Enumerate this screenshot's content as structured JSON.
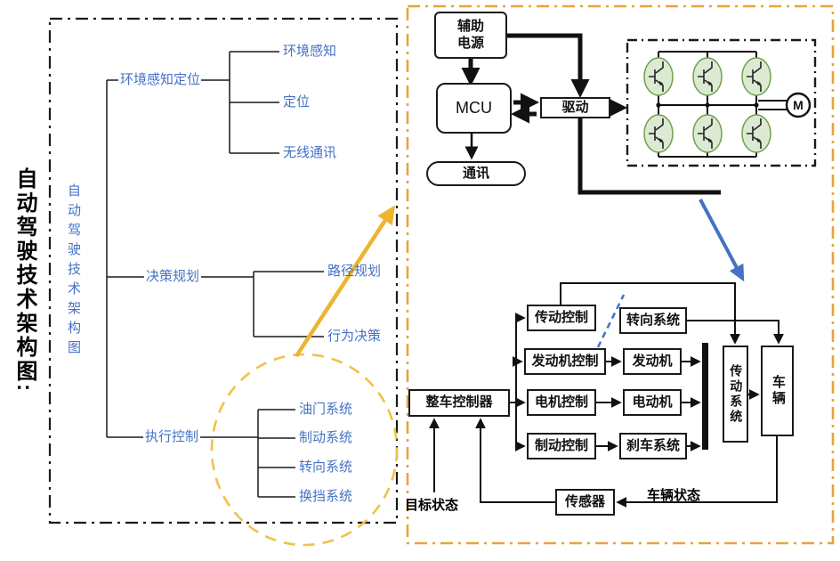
{
  "colors": {
    "tree_text": "#4472C4",
    "gold_arrow": "#EDB52F",
    "gold_circle": "#F0C24A",
    "right_border": "#E8A33B",
    "blue_arrow": "#4472C4",
    "igbt_fill": "#DCEAD3",
    "igbt_stroke": "#70A04C"
  },
  "left_panel": {
    "outer_title": "自动驾驶技术架构图:",
    "inner_title": "自动驾驶技术架构图",
    "branches": [
      {
        "label": "环境感知定位",
        "children": [
          "环境感知",
          "定位",
          "无线通讯"
        ]
      },
      {
        "label": "决策规划",
        "children": [
          "路径规划",
          "行为决策"
        ]
      },
      {
        "label": "执行控制",
        "children": [
          "油门系统",
          "制动系统",
          "转向系统",
          "换挡系统"
        ]
      }
    ]
  },
  "motor_drive": {
    "aux_line1": "辅助",
    "aux_line2": "电源",
    "mcu": "MCU",
    "comm": "通讯",
    "drive": "驱动",
    "motor": "M"
  },
  "vehicle_control": {
    "controller": "整车控制器",
    "controls": [
      "传动控制",
      "发动机控制",
      "电机控制",
      "制动控制"
    ],
    "systems": [
      "转向系统",
      "发动机",
      "电动机",
      "刹车系统"
    ],
    "transmission": "传动系统",
    "vehicle": "车辆",
    "sensor": "传感器",
    "target_state": "目标状态",
    "vehicle_state": "车辆状态"
  }
}
